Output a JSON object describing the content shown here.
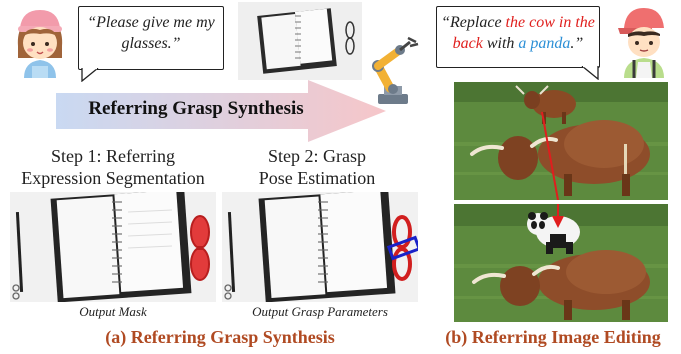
{
  "left_bubble": {
    "quote": "“Please give me my glasses.”"
  },
  "right_bubble": {
    "prefix": "“Replace ",
    "highlight_target": "the cow in the back",
    "mid": " with ",
    "highlight_new": "a panda",
    "suffix": ".”"
  },
  "banner": {
    "title": "Referring Grasp Synthesis"
  },
  "step1": {
    "line1": "Step 1: Referring",
    "line2": "Expression Segmentation",
    "caption": "Output Mask"
  },
  "step2": {
    "line1": "Step 2: Grasp",
    "line2": "Pose Estimation",
    "caption": "Output Grasp Parameters"
  },
  "captions": {
    "left": "(a) Referring Grasp Synthesis",
    "right": "(b) Referring Image Editing"
  },
  "colors": {
    "caption": "#b04a22",
    "highlight_red": "#e0201e",
    "highlight_blue": "#2b8fd6",
    "banner_left": "#c9d9f2",
    "banner_right": "#f6c6c9",
    "grasp_box": "#1a22c8"
  }
}
